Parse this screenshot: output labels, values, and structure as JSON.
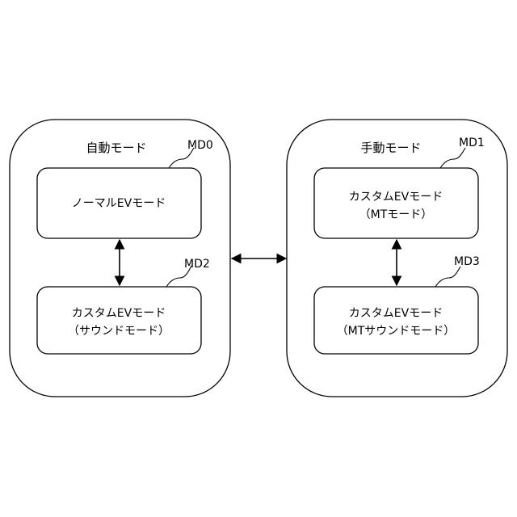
{
  "groups": {
    "auto": {
      "label": "自動モード",
      "boxes": {
        "md0": {
          "ref": "MD0",
          "lines": [
            "ノーマルEVモード"
          ]
        },
        "md2": {
          "ref": "MD2",
          "lines": [
            "カスタムEVモード",
            "（サウンドモード）"
          ]
        }
      }
    },
    "manual": {
      "label": "手動モード",
      "boxes": {
        "md1": {
          "ref": "MD1",
          "lines": [
            "カスタムEVモード",
            "（MTモード）"
          ]
        },
        "md3": {
          "ref": "MD3",
          "lines": [
            "カスタムEVモード",
            "（MTサウンドモード）"
          ]
        }
      }
    }
  }
}
